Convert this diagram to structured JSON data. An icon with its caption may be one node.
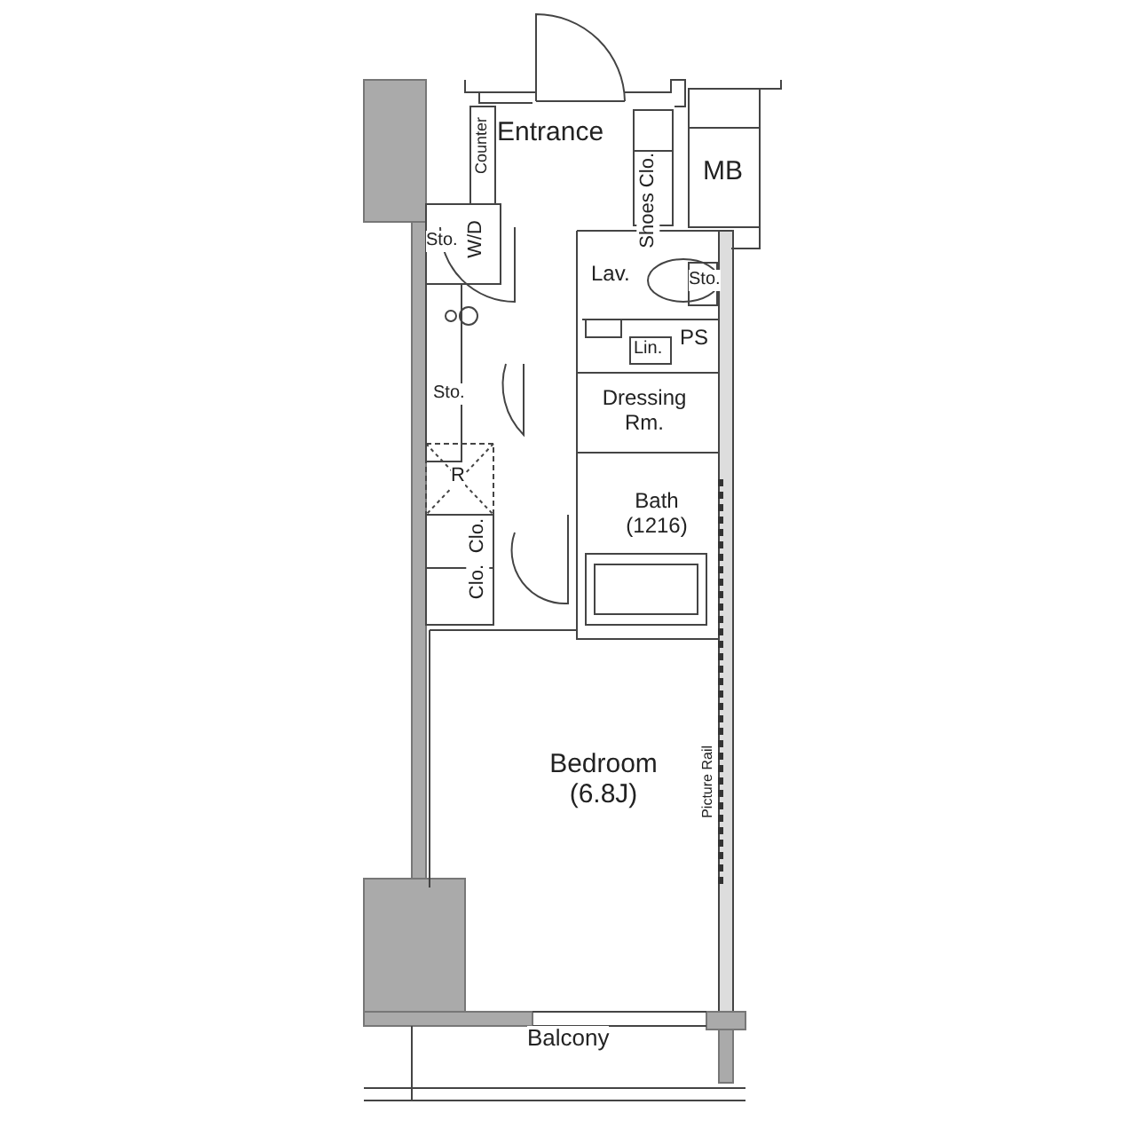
{
  "diagram": {
    "labels": [
      "Entrance",
      "Counter",
      "Shoes Clo.",
      "MB",
      "Sto.",
      "W/D",
      "Lav.",
      "Sto.",
      "PS",
      "Lin.",
      "Sto.",
      "Dressing Rm.",
      "R",
      "Bath (1216)",
      "Clo.",
      "Clo.",
      "Bedroom (6.8J)",
      "Picture Rail",
      "Balcony"
    ]
  }
}
